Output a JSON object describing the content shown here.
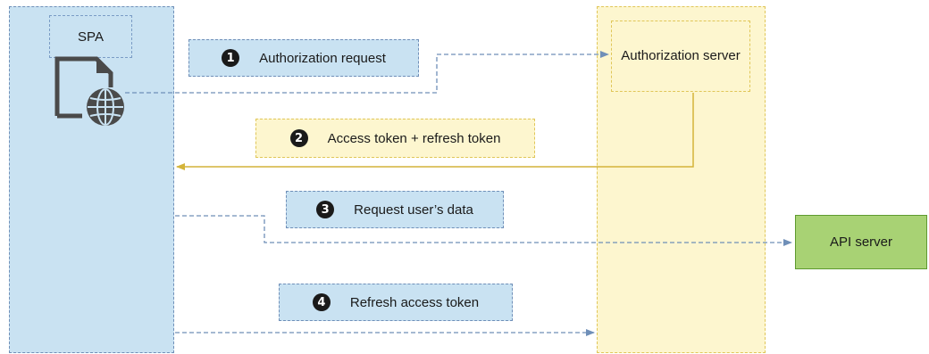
{
  "spa": {
    "label": "SPA"
  },
  "authorization_server": {
    "label": "Authorization server"
  },
  "api_server": {
    "label": "API server"
  },
  "steps": [
    {
      "number": "1",
      "label": "Authorization request"
    },
    {
      "number": "2",
      "label": "Access token + refresh token"
    },
    {
      "number": "3",
      "label": "Request user’s data"
    },
    {
      "number": "4",
      "label": "Refresh access token"
    }
  ],
  "colors": {
    "spa_fill": "#c9e2f2",
    "auth_fill": "#fdf6cf",
    "api_fill": "#a8d274",
    "request_arrow": "#6f8fb8",
    "response_arrow": "#d4b43a"
  },
  "icons": {
    "spa_icon": "web-document-globe-icon"
  }
}
